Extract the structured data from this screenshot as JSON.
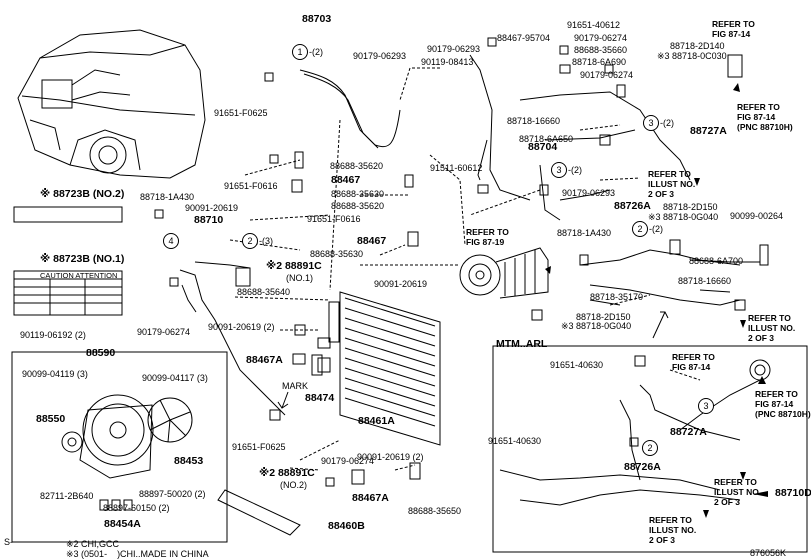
{
  "parts": {
    "p88703": "88703",
    "p90179_06293_a": "90179-06293",
    "p91651_F0625_a": "91651-F0625",
    "p88688_35620_a": "88688-35620",
    "p91651_F0616_a": "91651-F0616",
    "p88467_a": "88467",
    "p88688_35630_a": "88688-35630",
    "p88688_35620_b": "88688-35620",
    "p91651_F0616_b": "91651-F0616",
    "p88467_b": "88467",
    "p88688_35630_b": "88688-35630",
    "p90091_20619_a": "90091-20619",
    "p90091_20619_b": "90091-20619",
    "p88718_1A430_a": "88718-1A430",
    "p90091_20619_c": "90091-20619",
    "p88710_a": "88710",
    "p88891C_a": "※2 88891C",
    "p88891C_a_sub": "(NO.1)",
    "p88688_35640": "88688-35640",
    "p90091_20619_d": "90091-20619 (2)",
    "p88467A_a": "88467A",
    "p88474": "88474",
    "p88461A": "88461A",
    "p90179_06274_a": "90179-06274",
    "p90119_06192": "90119-06192 (2)",
    "p88590": "88590",
    "p90099_04119": "90099-04119 (3)",
    "p90099_04117": "90099-04117 (3)",
    "p88550": "88550",
    "p88453": "88453",
    "p82711_2B640": "82711-2B640",
    "p88897_50020": "88897-50020 (2)",
    "p88897_60150": "88897-60150 (2)",
    "p88454A": "88454A",
    "p91651_F0625_b": "91651-F0625",
    "p90179_06274_b": "90179-06274",
    "p90091_20619_e": "90091-20619 (2)",
    "p88891C_b": "※2 88891C",
    "p88891C_b_sub": "(NO.2)",
    "p88467A_b": "88467A",
    "p88688_35650": "88688-35650",
    "p88460B": "88460B",
    "p88723B_2": "※ 88723B (NO.2)",
    "p88723B_1": "※ 88723B (NO.1)",
    "p91651_40612": "91651-40612",
    "p88467_95704": "88467-95704",
    "p90179_06274_c": "90179-06274",
    "p90179_06293_b": "90179-06293",
    "p88688_35660": "88688-35660",
    "p90119_08413": "90119-08413",
    "p88718_6A690": "88718-6A690",
    "p90179_06274_d": "90179-06274",
    "p88718_2D140": "88718-2D140",
    "p88718_0C030": "※3 88718-0C030",
    "p88718_16660_a": "88718-16660",
    "p88718_6A650": "88718-6A650",
    "p88727A_a": "88727A",
    "p88704": "88704",
    "p91511_60612": "91511-60612",
    "p90179_06293_c": "90179-06293",
    "p88726A_a": "88726A",
    "p88718_2D150_a": "88718-2D150",
    "p88718_0G040_a": "※3 88718-0G040",
    "p90099_00264": "90099-00264",
    "p88718_1A430_b": "88718-1A430",
    "p88688_6A700": "88688-6A700",
    "p88718_16660_b": "88718-16660",
    "p88718_35170": "88718-35170",
    "p88718_2D150_b": "88718-2D150",
    "p88718_0G040_b": "※3 88718-0G040",
    "p91651_40630_a": "91651-40630",
    "p91651_40630_b": "91651-40630",
    "p88727A_b": "88727A",
    "p88726A_b": "88726A",
    "p88710_b": "88710D"
  },
  "notes": {
    "ref_87_14_a": "REFER TO\nFIG 87-14",
    "ref_87_14_b": "REFER TO\nFIG 87-14\n(PNC 88710H)",
    "ref_87_19": "REFER TO\nFIG 87-19",
    "illust_a": "REFER TO\nILLUST NO.\n2 OF 3",
    "illust_b": "REFER TO\nILLUST NO.\n2 OF 3",
    "illust_c": "REFER TO\nILLUST NO.\n2 OF 3",
    "illust_d": "REFER TO\nILLUST NO.\n2 OF 3",
    "ref_87_14_c": "REFER TO\nFIG 87-14",
    "ref_87_14_d": "REFER TO\nFIG 87-14\n(PNC 88710H)",
    "mtm": "MTM..ARL",
    "mark": "MARK",
    "footnote_s": "S-",
    "footnote_2": "※2 CHI,GCC",
    "footnote_3": "※3 (0501-    )CHI..MADE IN CHINA",
    "code": "876056K"
  },
  "callouts": {
    "c1": "1",
    "c1q": "-(2)",
    "c3a": "3",
    "c3aq": "-(2)",
    "c3b": "3",
    "c3bq": "-(2)",
    "c2a": "2",
    "c2aq": "-(3)",
    "c2b": "2",
    "c2bq": "-(2)",
    "c4": "4",
    "c2c": "2",
    "c3c": "3"
  },
  "label_table": {
    "header": "CAUTION  ATTENTION"
  },
  "colors": {
    "line": "#000000",
    "background": "#ffffff"
  }
}
